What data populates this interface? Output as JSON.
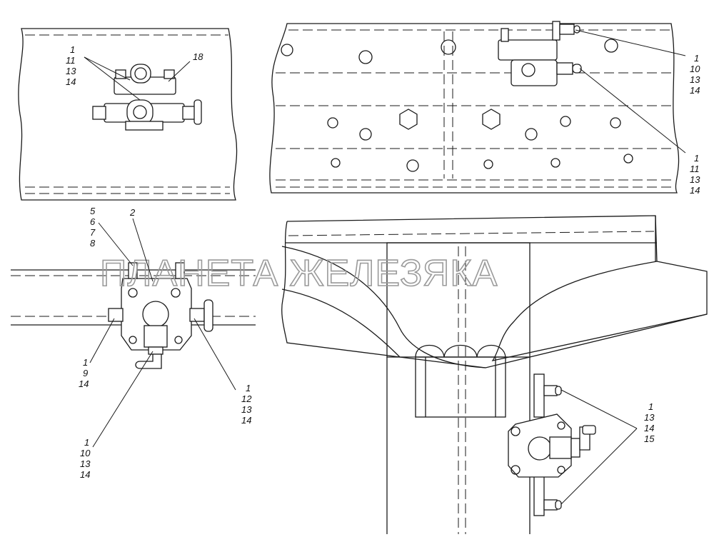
{
  "watermark": "ПЛАНЕТА ЖЕЛЕЗЯКА",
  "views": {
    "top_left": {
      "labels": {
        "a": "1",
        "b": "11",
        "c": "13",
        "d": "14",
        "part18": "18"
      }
    },
    "top_right": {
      "group1": [
        "1",
        "10",
        "13",
        "14"
      ],
      "group2": [
        "1",
        "11",
        "13",
        "14"
      ]
    },
    "bottom_left": {
      "group_5678": [
        "5",
        "6",
        "7",
        "8"
      ],
      "label2": "2",
      "group_1914": [
        "1",
        "9",
        "14"
      ],
      "group_1121314": [
        "1",
        "12",
        "13",
        "14"
      ],
      "group_1101314": [
        "1",
        "10",
        "13",
        "14"
      ]
    },
    "bottom_right": {
      "group": [
        "1",
        "13",
        "14",
        "15"
      ]
    }
  }
}
